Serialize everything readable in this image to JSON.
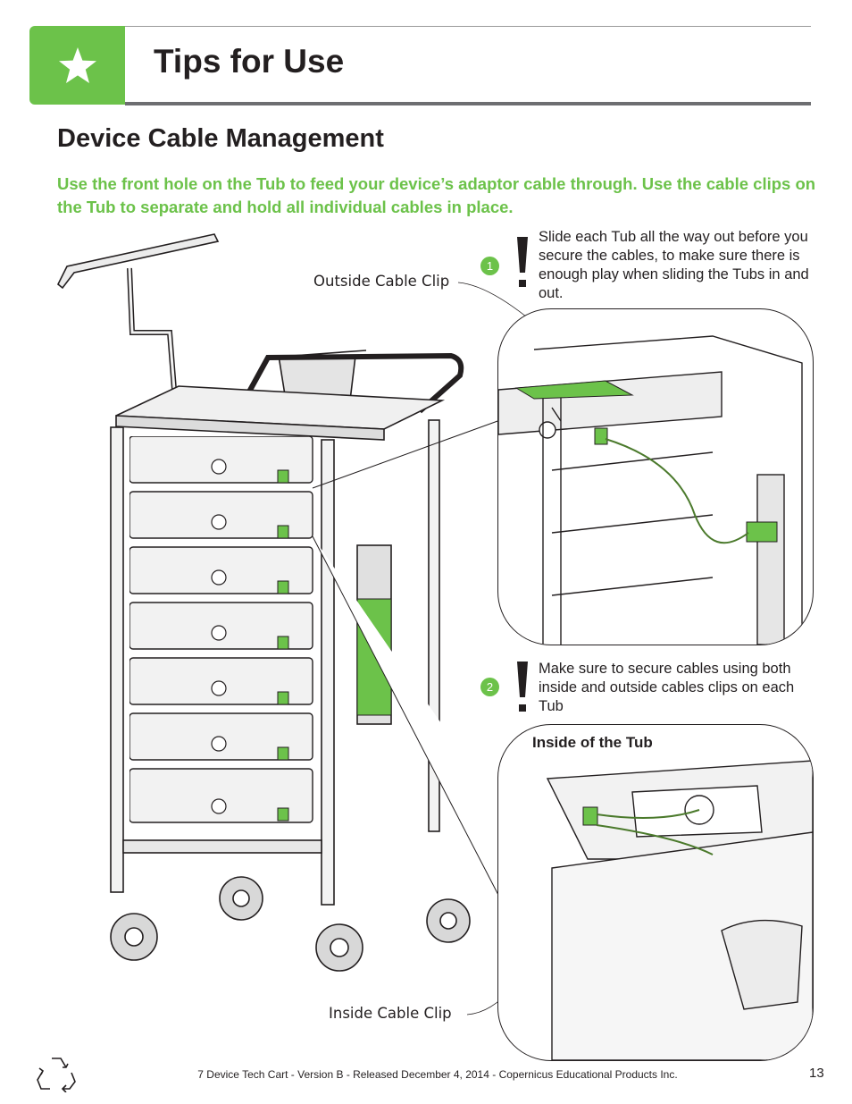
{
  "header": {
    "title": "Tips for Use",
    "icon": "star-icon",
    "accent_color": "#6cc24a"
  },
  "section": {
    "title": "Device Cable Management",
    "intro": "Use the front hole on the Tub to feed your device’s adaptor cable through. Use the cable clips on the Tub to separate and hold all individual cables in place."
  },
  "labels": {
    "outside_clip": "Outside Cable Clip",
    "inside_clip": "Inside Cable Clip",
    "inside_tub": "Inside of the Tub"
  },
  "tips": [
    {
      "number": "1",
      "text": "Slide each Tub all the way out before you secure the cables, to make sure there is enough play when sliding the Tubs in and out."
    },
    {
      "number": "2",
      "text": "Make sure to secure cables using both inside and outside cables clips on each Tub"
    }
  ],
  "footer": {
    "text": "7 Device Tech Cart - Version B - Released December 4, 2014 - Copernicus Educational Products Inc.",
    "page": "13",
    "recycle_icon": "recycle-icon"
  }
}
